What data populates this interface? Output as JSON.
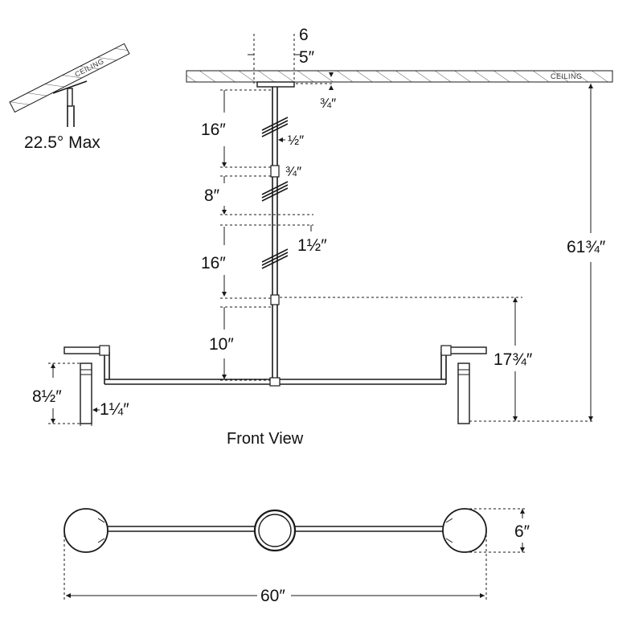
{
  "labels": {
    "ceiling_small": "CEILING",
    "ceiling_main": "CEILING",
    "slope_max": "22.5° Max",
    "front_view": "Front View"
  },
  "dimensions": {
    "canopy_partial": "6",
    "canopy": "5″",
    "canopy_depth": "¾″",
    "stem_1": "16″",
    "stem_dia": "½″",
    "coupler": "¾″",
    "stem_2": "8″",
    "stem_3": "16″",
    "coupler_2": "1½″",
    "stem_4": "10″",
    "body_height": "17¾″",
    "overall_height": "61¾″",
    "arm_height": "8½″",
    "arm_width": "1¼″",
    "globe_dia": "6″",
    "overall_width": "60″"
  }
}
